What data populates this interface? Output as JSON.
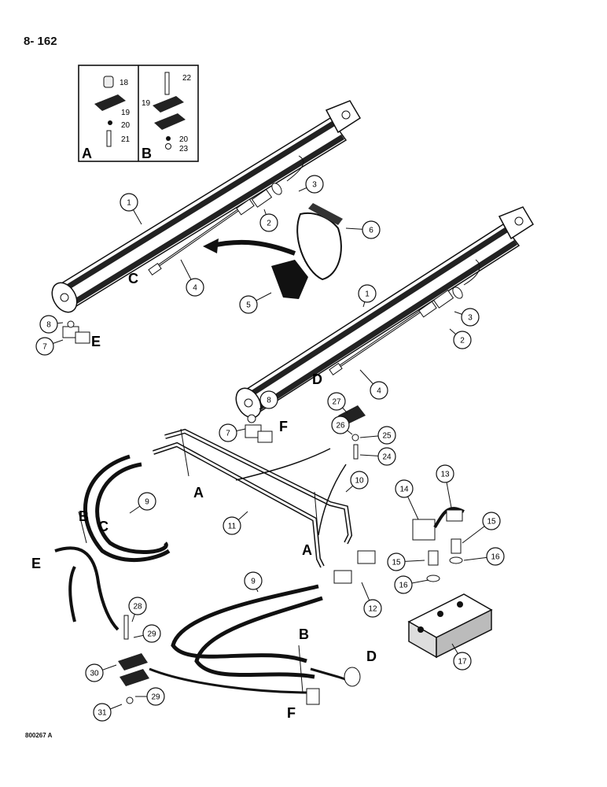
{
  "page": {
    "number": "8- 162",
    "drawing_code": "800267 A"
  },
  "inset": {
    "panel_a": {
      "label": "A",
      "parts": [
        "18",
        "19",
        "20",
        "21"
      ]
    },
    "panel_b": {
      "label": "B",
      "parts": [
        "22",
        "19",
        "20",
        "23"
      ]
    }
  },
  "callouts": [
    "1",
    "3",
    "2",
    "6",
    "4",
    "5",
    "8",
    "7",
    "1",
    "3",
    "2",
    "4",
    "8",
    "7",
    "27",
    "26",
    "25",
    "24",
    "10",
    "13",
    "14",
    "15",
    "9",
    "11",
    "15",
    "16",
    "16",
    "12",
    "9",
    "17",
    "28",
    "29",
    "30",
    "29",
    "31"
  ],
  "letters": [
    "C",
    "E",
    "D",
    "F",
    "A",
    "B",
    "C",
    "E",
    "A",
    "B",
    "D",
    "F"
  ]
}
